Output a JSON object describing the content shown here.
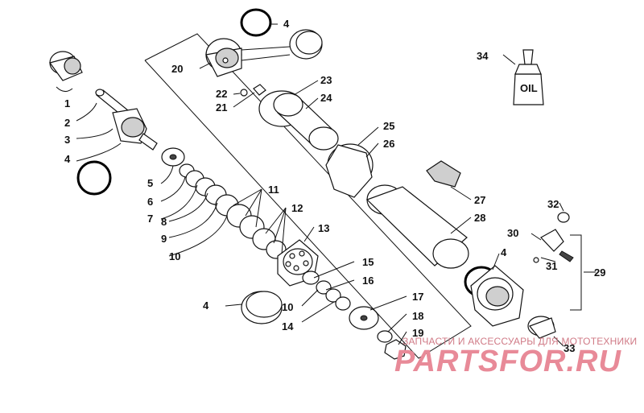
{
  "diagram": {
    "part_labels": [
      "1",
      "2",
      "3",
      "4",
      "4",
      "4",
      "4",
      "5",
      "6",
      "7",
      "8",
      "9",
      "10",
      "10",
      "11",
      "12",
      "13",
      "14",
      "15",
      "16",
      "17",
      "18",
      "19",
      "20",
      "21",
      "22",
      "23",
      "24",
      "25",
      "26",
      "27",
      "28",
      "29",
      "30",
      "31",
      "32",
      "33",
      "34"
    ],
    "oil_bottle_text": "OIL"
  },
  "watermark": {
    "caption": "ЗАПЧАСТИ И АКСЕССУАРЫ ДЛЯ МОТОТЕХНИКИ",
    "brand": "PARTSFOR.RU"
  }
}
